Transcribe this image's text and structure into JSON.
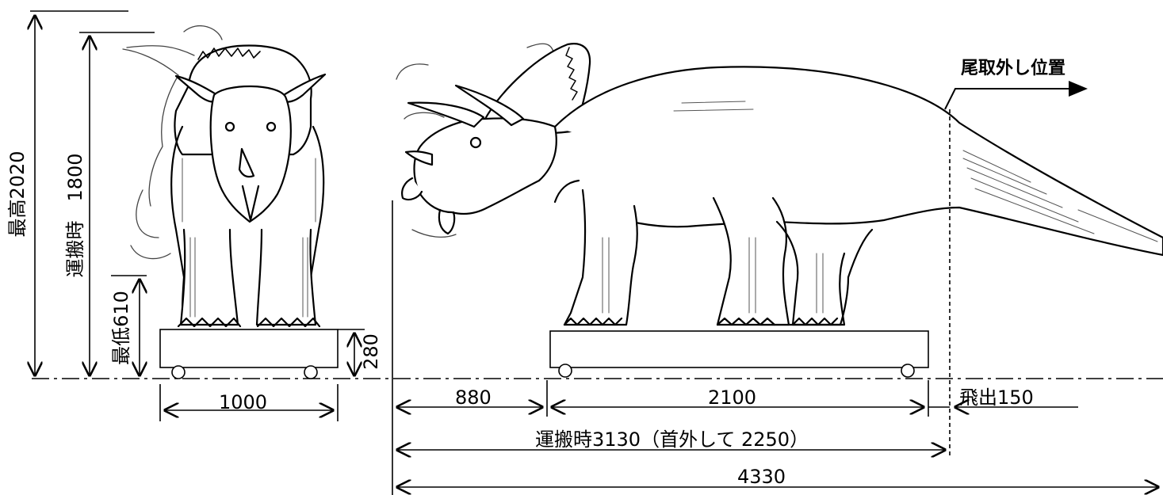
{
  "diagram": {
    "labels": {
      "max_height": "最高2020",
      "transport_height": "運搬時　1800",
      "min_height": "最低610",
      "base_height": "280",
      "front_width": "1000",
      "head_overhang": "880",
      "base_length": "2100",
      "tail_overhang": "飛出150",
      "transport_length": "運搬時3130（首外して 2250）",
      "total_length": "4330",
      "tail_detach": "尾取外し位置"
    },
    "colors": {
      "line": "#000000",
      "background": "#ffffff",
      "shading": "#555555"
    }
  }
}
